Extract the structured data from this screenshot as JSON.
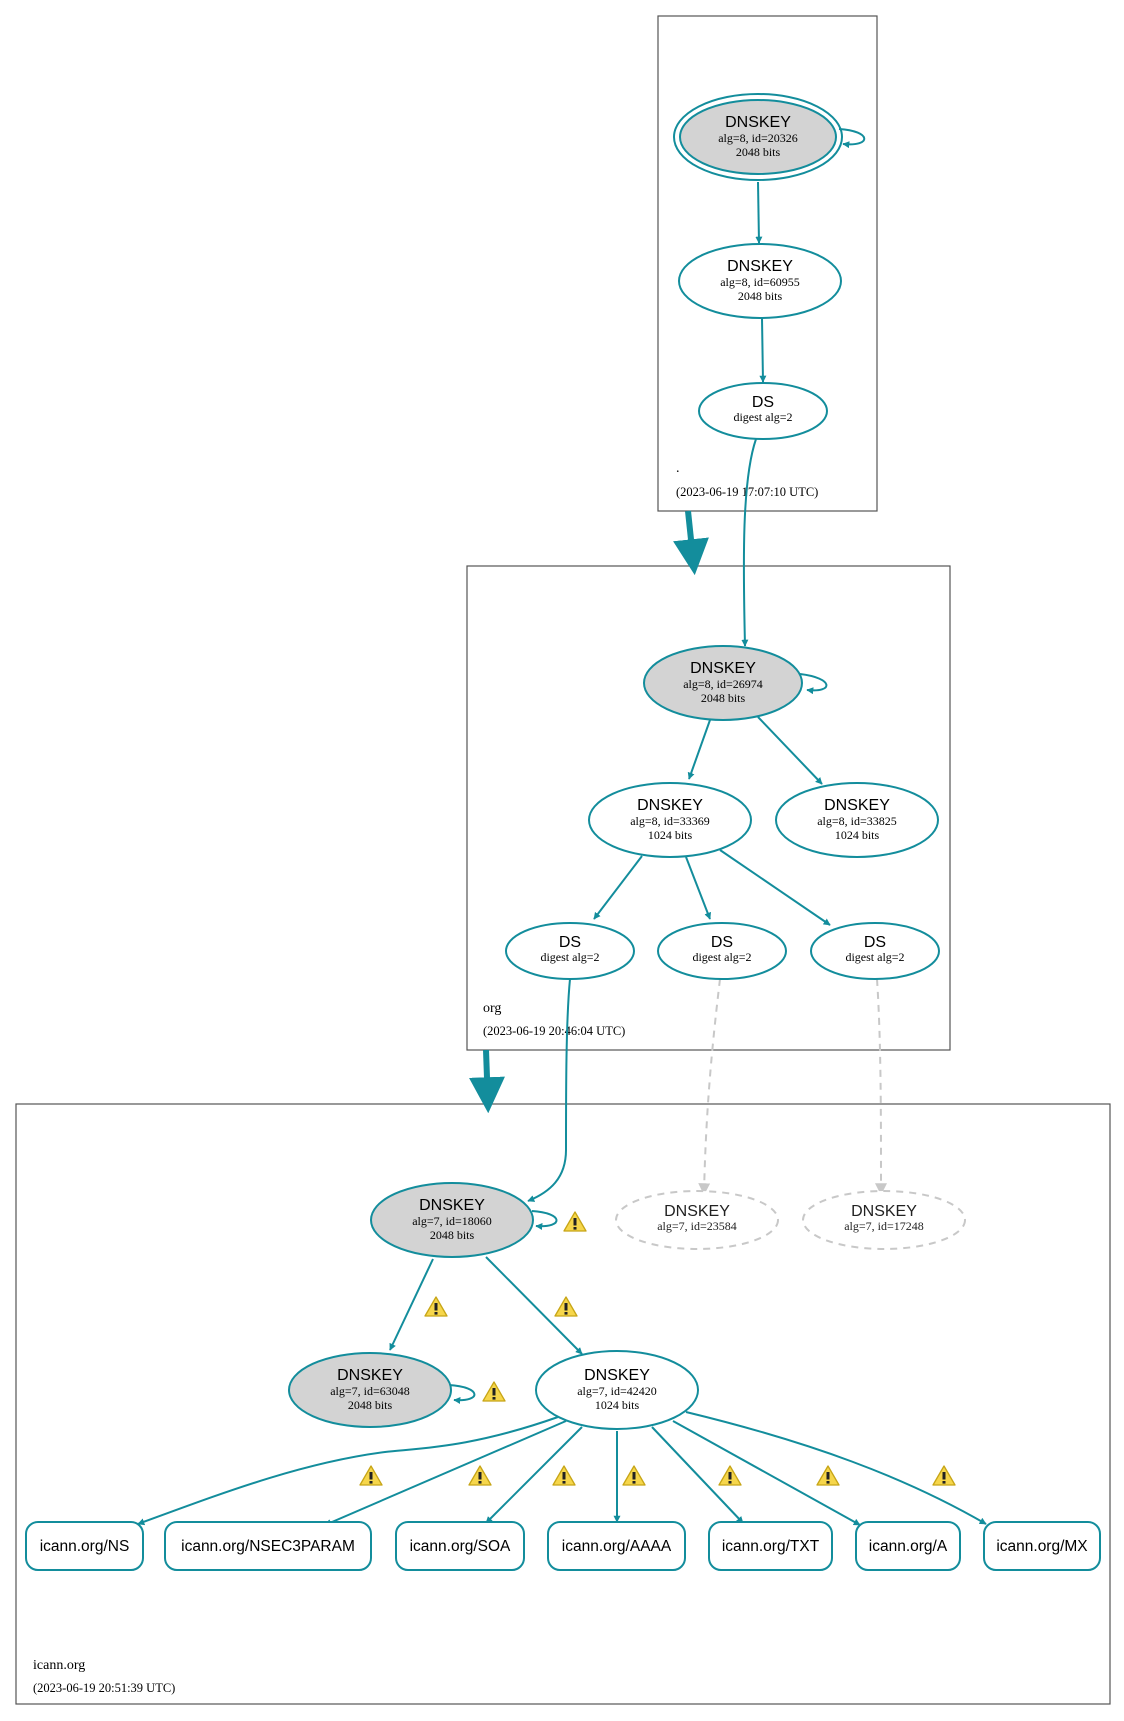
{
  "colors": {
    "edge": "#138d9c",
    "ksk_fill": "#d3d3d3",
    "ghost": "#c8c8c8",
    "warning_fill": "#f6d64b",
    "zone_border": "#555555"
  },
  "zones": {
    "root": {
      "name": ".",
      "timestamp": "(2023-06-19 17:07:10 UTC)"
    },
    "org": {
      "name": "org",
      "timestamp": "(2023-06-19 20:46:04 UTC)"
    },
    "icann": {
      "name": "icann.org",
      "timestamp": "(2023-06-19 20:51:39 UTC)"
    }
  },
  "nodes": {
    "root_ksk": {
      "title": "DNSKEY",
      "line1": "alg=8, id=20326",
      "line2": "2048 bits"
    },
    "root_zsk": {
      "title": "DNSKEY",
      "line1": "alg=8, id=60955",
      "line2": "2048 bits"
    },
    "root_ds": {
      "title": "DS",
      "line1": "digest alg=2"
    },
    "org_ksk": {
      "title": "DNSKEY",
      "line1": "alg=8, id=26974",
      "line2": "2048 bits"
    },
    "org_zsk1": {
      "title": "DNSKEY",
      "line1": "alg=8, id=33369",
      "line2": "1024 bits"
    },
    "org_zsk2": {
      "title": "DNSKEY",
      "line1": "alg=8, id=33825",
      "line2": "1024 bits"
    },
    "org_ds1": {
      "title": "DS",
      "line1": "digest alg=2"
    },
    "org_ds2": {
      "title": "DS",
      "line1": "digest alg=2"
    },
    "org_ds3": {
      "title": "DS",
      "line1": "digest alg=2"
    },
    "icann_ksk": {
      "title": "DNSKEY",
      "line1": "alg=7, id=18060",
      "line2": "2048 bits"
    },
    "icann_ghost1": {
      "title": "DNSKEY",
      "line1": "alg=7, id=23584"
    },
    "icann_ghost2": {
      "title": "DNSKEY",
      "line1": "alg=7, id=17248"
    },
    "icann_key2": {
      "title": "DNSKEY",
      "line1": "alg=7, id=63048",
      "line2": "2048 bits"
    },
    "icann_zsk": {
      "title": "DNSKEY",
      "line1": "alg=7, id=42420",
      "line2": "1024 bits"
    }
  },
  "rrsets": {
    "ns": "icann.org/NS",
    "nsec3param": "icann.org/NSEC3PARAM",
    "soa": "icann.org/SOA",
    "aaaa": "icann.org/AAAA",
    "txt": "icann.org/TXT",
    "a": "icann.org/A",
    "mx": "icann.org/MX"
  },
  "icons": {
    "warning": "warning-icon"
  }
}
